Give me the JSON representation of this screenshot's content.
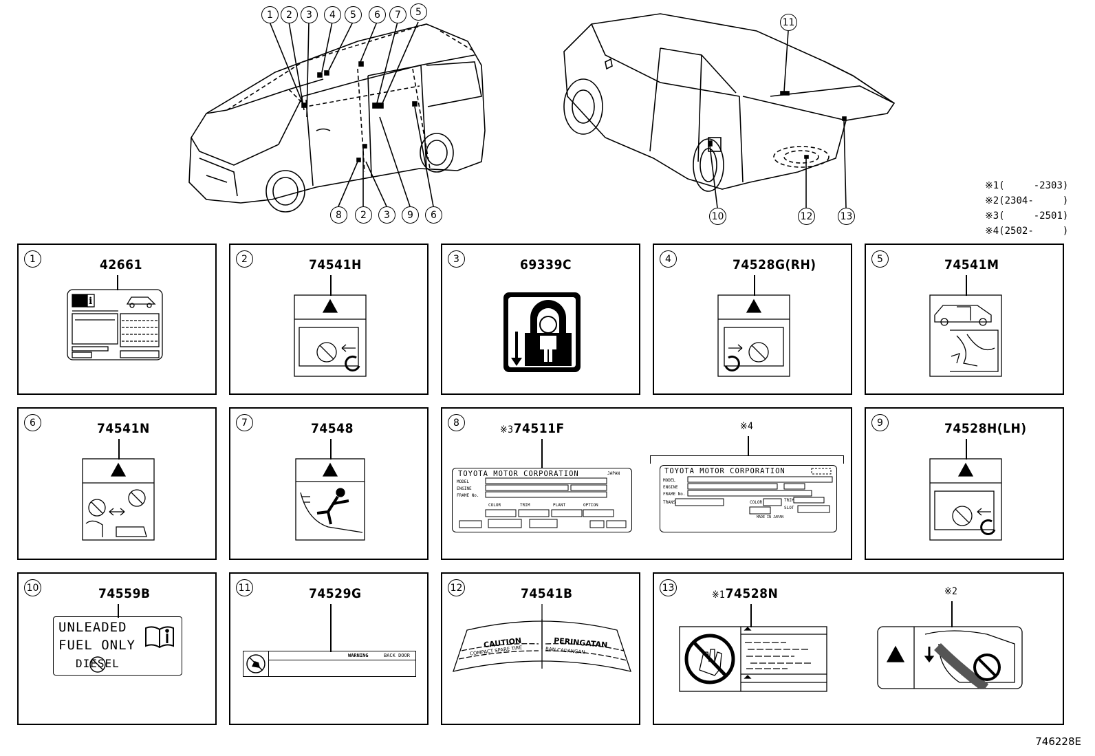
{
  "top_view": {
    "front_car_callouts": [
      "1",
      "2",
      "3",
      "4",
      "5",
      "6",
      "7",
      "5"
    ],
    "front_car_bottom_callouts": [
      "8",
      "2",
      "3",
      "9",
      "6"
    ],
    "rear_car_callouts": [
      "11"
    ],
    "rear_car_bottom_callouts": [
      "10",
      "12",
      "13"
    ],
    "legend": [
      {
        "mark": "※1",
        "range": "(     -2303)"
      },
      {
        "mark": "※2",
        "range": "(2304-     )"
      },
      {
        "mark": "※3",
        "range": "(     -2501)"
      },
      {
        "mark": "※4",
        "range": "(2502-     )"
      }
    ]
  },
  "panels": [
    {
      "num": "1",
      "code": "42661"
    },
    {
      "num": "2",
      "code": "74541H"
    },
    {
      "num": "3",
      "code": "69339C"
    },
    {
      "num": "4",
      "code": "74528G(RH)"
    },
    {
      "num": "5",
      "code": "74541M"
    },
    {
      "num": "6",
      "code": "74541N"
    },
    {
      "num": "7",
      "code": "74548"
    },
    {
      "num": "8",
      "code": "74511F",
      "note_left": "※3",
      "note_right": "※4"
    },
    {
      "num": "9",
      "code": "74528H(LH)"
    },
    {
      "num": "10",
      "code": "74559B"
    },
    {
      "num": "11",
      "code": "74529G"
    },
    {
      "num": "12",
      "code": "74541B"
    },
    {
      "num": "13",
      "code": "74528N",
      "note_left": "※1",
      "note_right": "※2"
    }
  ],
  "label_texts": {
    "toyota_plate_title": "TOYOTA MOTOR CORPORATION",
    "toyota_plate_japan": "JAPAN",
    "plate_model": "MODEL",
    "plate_engine": "ENGINE",
    "plate_frame": "FRAME No.",
    "plate_color": "COLOR",
    "plate_trim": "TRIM",
    "plate_plant": "PLANT",
    "plate_option": "OPTION",
    "plate_trans": "TRANS",
    "plate_slot": "SLOT",
    "plate_origin": "MADE IN JAPAN",
    "fuel_line1": "UNLEADED",
    "fuel_line2": "FUEL ONLY",
    "fuel_line3": "DIESEL",
    "tailgate_warning": "WARNING",
    "tailgate_back_door": "BACK DOOR",
    "spare_caution": "CAUTION",
    "spare_compact": "COMPACT SPARE TIRE",
    "spare_peringatan": "PERINGATAN",
    "spare_ban": "BAN CADANGAN"
  },
  "figure_code": "746228E"
}
